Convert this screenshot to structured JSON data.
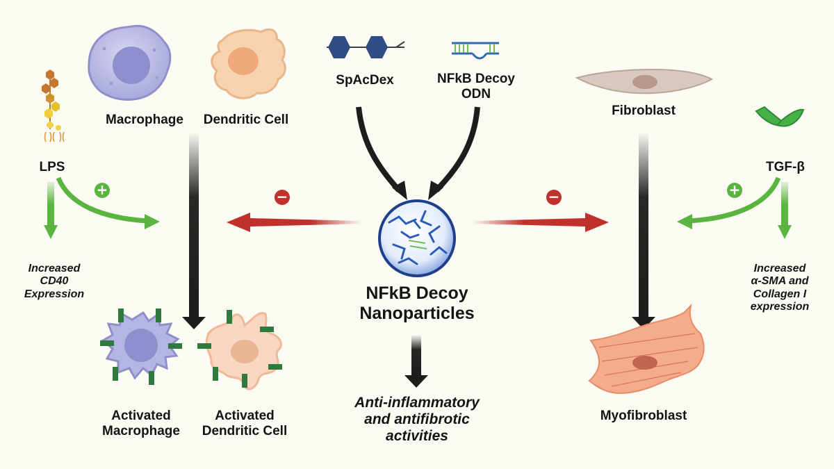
{
  "labels": {
    "lps": "LPS",
    "macrophage": "Macrophage",
    "dendritic_cell": "Dendritic Cell",
    "spacdex": "SpAcDex",
    "decoy_odn_line1": "NFkB Decoy",
    "decoy_odn_line2": "ODN",
    "fibroblast": "Fibroblast",
    "tgf_beta": "TGF-β",
    "lps_effect_line1": "Increased",
    "lps_effect_line2": "CD40",
    "lps_effect_line3": "Expression",
    "np_line1": "NFkB Decoy",
    "np_line2": "Nanoparticles",
    "tgf_effect_line1": "Increased",
    "tgf_effect_line2": "α-SMA and",
    "tgf_effect_line3": "Collagen I",
    "tgf_effect_line4": "expression",
    "act_mac_line1": "Activated",
    "act_mac_line2": "Macrophage",
    "act_dc_line1": "Activated",
    "act_dc_line2": "Dendritic Cell",
    "outcome_line1": "Anti-inflammatory",
    "outcome_line2": "and antifibrotic",
    "outcome_line3": "activities",
    "myofibroblast": "Myofibroblast"
  },
  "signs": {
    "plus": "+",
    "minus": "−"
  },
  "colors": {
    "background": "#fbfaf3",
    "activate_green": "#5ab440",
    "inhibit_red": "#c0312b",
    "flow_black": "#1d1d1d",
    "macrophage": "#b5b5e3",
    "dendritic": "#f5cfa8",
    "fibroblast": "#d8c7bd",
    "myofibroblast": "#f3a98b",
    "nanoparticle": "#1f4fa8",
    "tgf_beta": "#46b146",
    "receptor": "#2f7a3e"
  },
  "icons": [
    "lps-molecule-icon",
    "macrophage-cell-icon",
    "dendritic-cell-icon",
    "spacdex-polymer-icon",
    "decoy-odn-icon",
    "fibroblast-cell-icon",
    "tgf-beta-icon",
    "nanoparticle-icon",
    "activated-macrophage-icon",
    "activated-dendritic-cell-icon",
    "myofibroblast-cell-icon"
  ]
}
